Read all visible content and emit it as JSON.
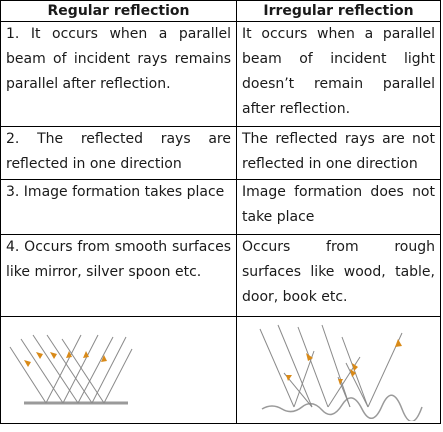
{
  "header": {
    "col1": "Regular reflection",
    "col2": "Irregular reflection"
  },
  "rows": [
    {
      "regular": "1. It occurs when a parallel beam of incident rays remains parallel after reflection.",
      "irregular": "It occurs when a parallel beam of incident light doesn’t remain parallel after reflection."
    },
    {
      "regular": "2. The reflected rays are reflected in one direction",
      "irregular": "The reflected rays are not reflected in one direction"
    },
    {
      "regular": "3. Image formation takes place",
      "irregular": "Image formation does not take place"
    },
    {
      "regular": "4. Occurs from smooth surfaces like mirror, silver spoon etc.",
      "irregular": "Occurs from rough surfaces like wood, table, door, book etc."
    }
  ],
  "colors": {
    "border": "#000000",
    "ray": "#8a8a8a",
    "arrow": "#d98a18",
    "surface": "#9a9a9a"
  },
  "icons": {
    "regular_diagram": "regular-reflection-diagram",
    "irregular_diagram": "irregular-reflection-diagram"
  }
}
